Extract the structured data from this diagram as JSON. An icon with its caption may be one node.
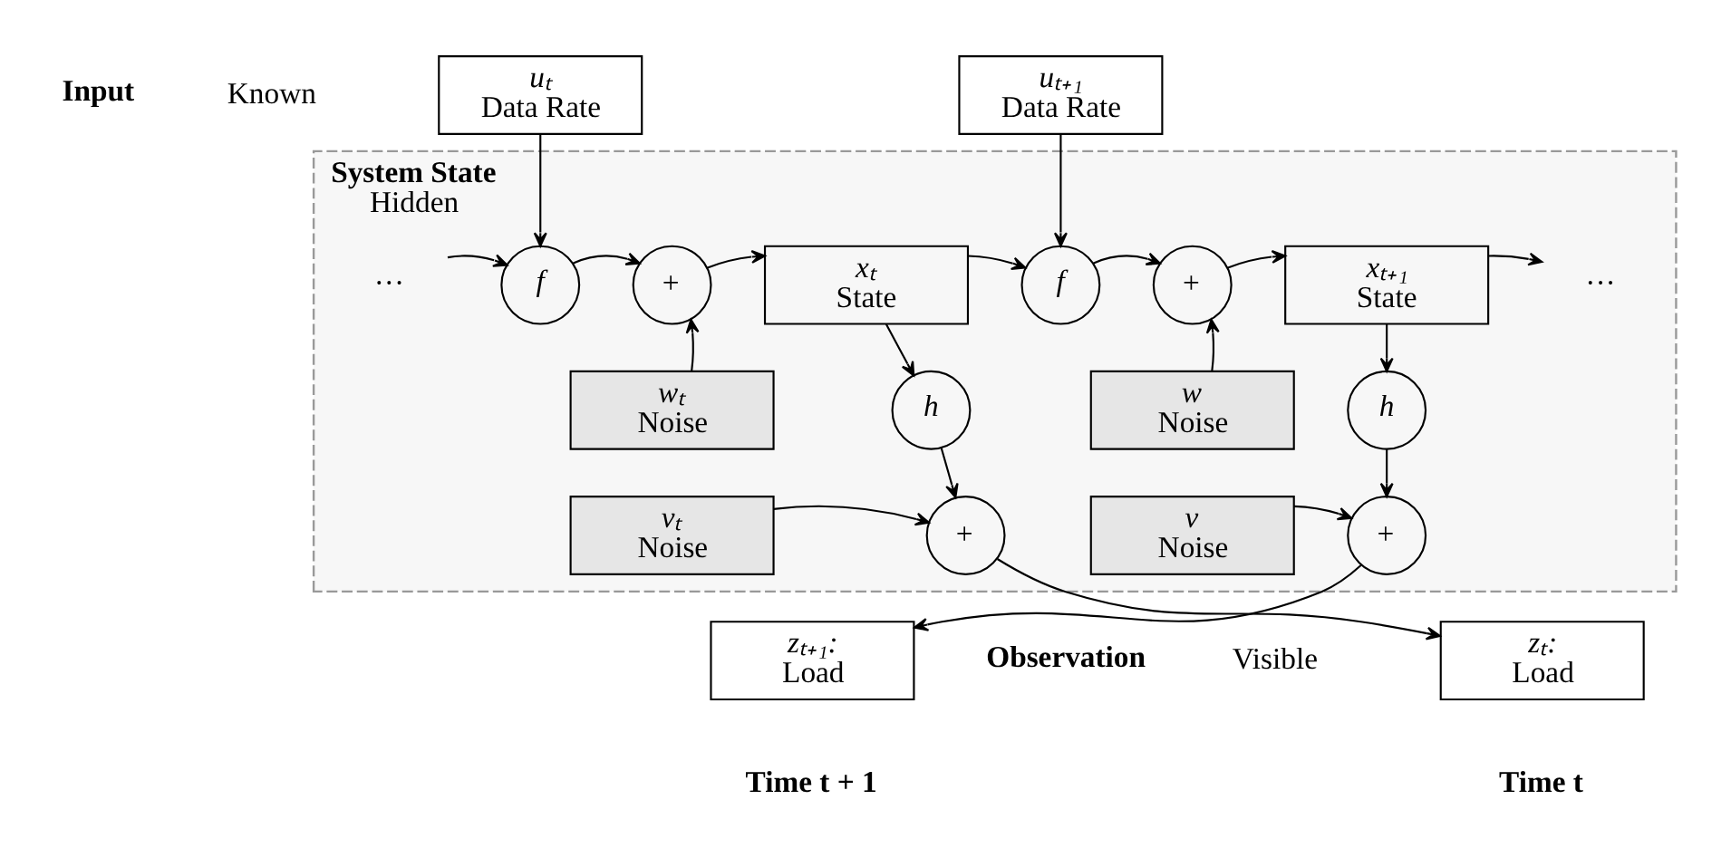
{
  "diagram": {
    "nodes": [
      {
        "text": [
          "uₜ",
          "Data Rate"
        ]
      },
      {
        "text": [
          "uₜ₊₁",
          "Data Rate"
        ]
      },
      {
        "text": [
          "System State",
          "Hidden"
        ]
      },
      {
        "text": [
          "···"
        ],
        "in": 2
      },
      {
        "text": [
          "f"
        ],
        "in": 2
      },
      {
        "text": [
          "+"
        ],
        "in": 2
      },
      {
        "text": [
          "xₜ",
          "State"
        ],
        "in": 2
      },
      {
        "text": [
          "f"
        ],
        "in": 2
      },
      {
        "text": [
          "+"
        ],
        "in": 2
      },
      {
        "text": [
          "xₜ₊₁",
          "State"
        ],
        "in": 2
      },
      {
        "text": [
          "···"
        ],
        "in": 2
      },
      {
        "text": [
          "h"
        ],
        "in": 2
      },
      {
        "text": [
          "h"
        ],
        "in": 2
      },
      {
        "text": [
          "wₜ",
          "Noise"
        ],
        "in": 2
      },
      {
        "text": [
          "w",
          "Noise"
        ],
        "in": 2
      },
      {
        "text": [
          "+"
        ],
        "in": 2
      },
      {
        "text": [
          "+"
        ],
        "in": 2
      },
      {
        "text": [
          "vₜ",
          "Noise"
        ],
        "in": 2
      },
      {
        "text": [
          "v",
          "Noise"
        ],
        "in": 2
      },
      {
        "text": [
          "zₜ:",
          "Load"
        ]
      },
      {
        "text": [
          "zₜ₊₁:",
          "Load"
        ]
      }
    ],
    "edges": [
      {
        "from": 3,
        "to": 4,
        "arrow": "to"
      },
      {
        "from": 0,
        "to": 4,
        "arrow": "to"
      },
      {
        "from": 4,
        "to": 5,
        "arrow": "to"
      },
      {
        "from": 5,
        "to": 6,
        "arrow": "to"
      },
      {
        "from": 6,
        "to": 7,
        "arrow": "to"
      },
      {
        "from": 1,
        "to": 7,
        "arrow": "to"
      },
      {
        "from": 7,
        "to": 8,
        "arrow": "to"
      },
      {
        "from": 8,
        "to": 9,
        "arrow": "to"
      },
      {
        "from": 9,
        "to": 10,
        "arrow": "to"
      },
      {
        "from": 6,
        "to": 11,
        "arrow": "to"
      },
      {
        "from": 9,
        "to": 12,
        "arrow": "to"
      },
      {
        "from": 13,
        "to": 5,
        "arrow": "to"
      },
      {
        "from": 14,
        "to": 8,
        "arrow": "to"
      },
      {
        "from": 11,
        "to": 15,
        "arrow": "to"
      },
      {
        "from": 12,
        "to": 16,
        "arrow": "to"
      },
      {
        "from": 17,
        "to": 15,
        "arrow": "to"
      },
      {
        "from": 18,
        "to": 16,
        "arrow": "to"
      },
      {
        "from": 15,
        "to": 19,
        "arrow": "to"
      },
      {
        "from": 16,
        "to": 20,
        "arrow": "to"
      }
    ],
    "labels": [
      "Input",
      "Known",
      "Observation",
      "Visible",
      "Time t",
      "Time t + 1"
    ]
  }
}
